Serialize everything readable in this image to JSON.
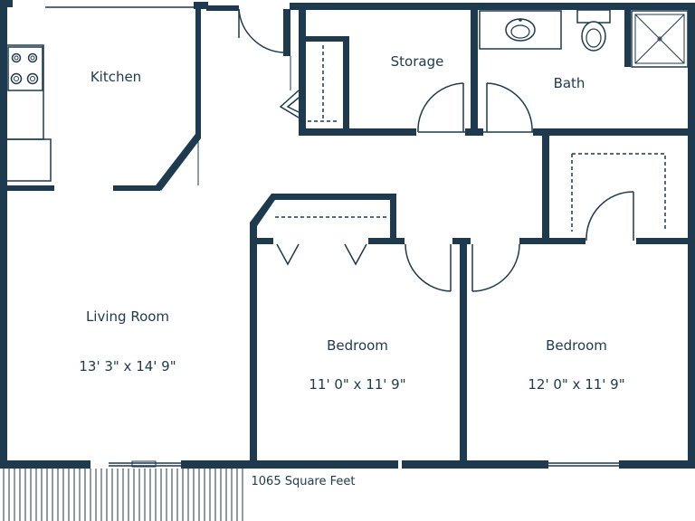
{
  "rooms": {
    "kitchen": {
      "name": "Kitchen"
    },
    "storage": {
      "name": "Storage"
    },
    "bath": {
      "name": "Bath"
    },
    "living_room": {
      "name": "Living Room",
      "dimensions": "13' 3\" x 14' 9\""
    },
    "bedroom_1": {
      "name": "Bedroom",
      "dimensions": "11' 0\" x 11' 9\""
    },
    "bedroom_2": {
      "name": "Bedroom",
      "dimensions": "12' 0\" x 11' 9\""
    }
  },
  "footer": {
    "area": "1065 Square Feet"
  },
  "colors": {
    "wall": "#1e3a4f",
    "background": "#ffffff"
  }
}
